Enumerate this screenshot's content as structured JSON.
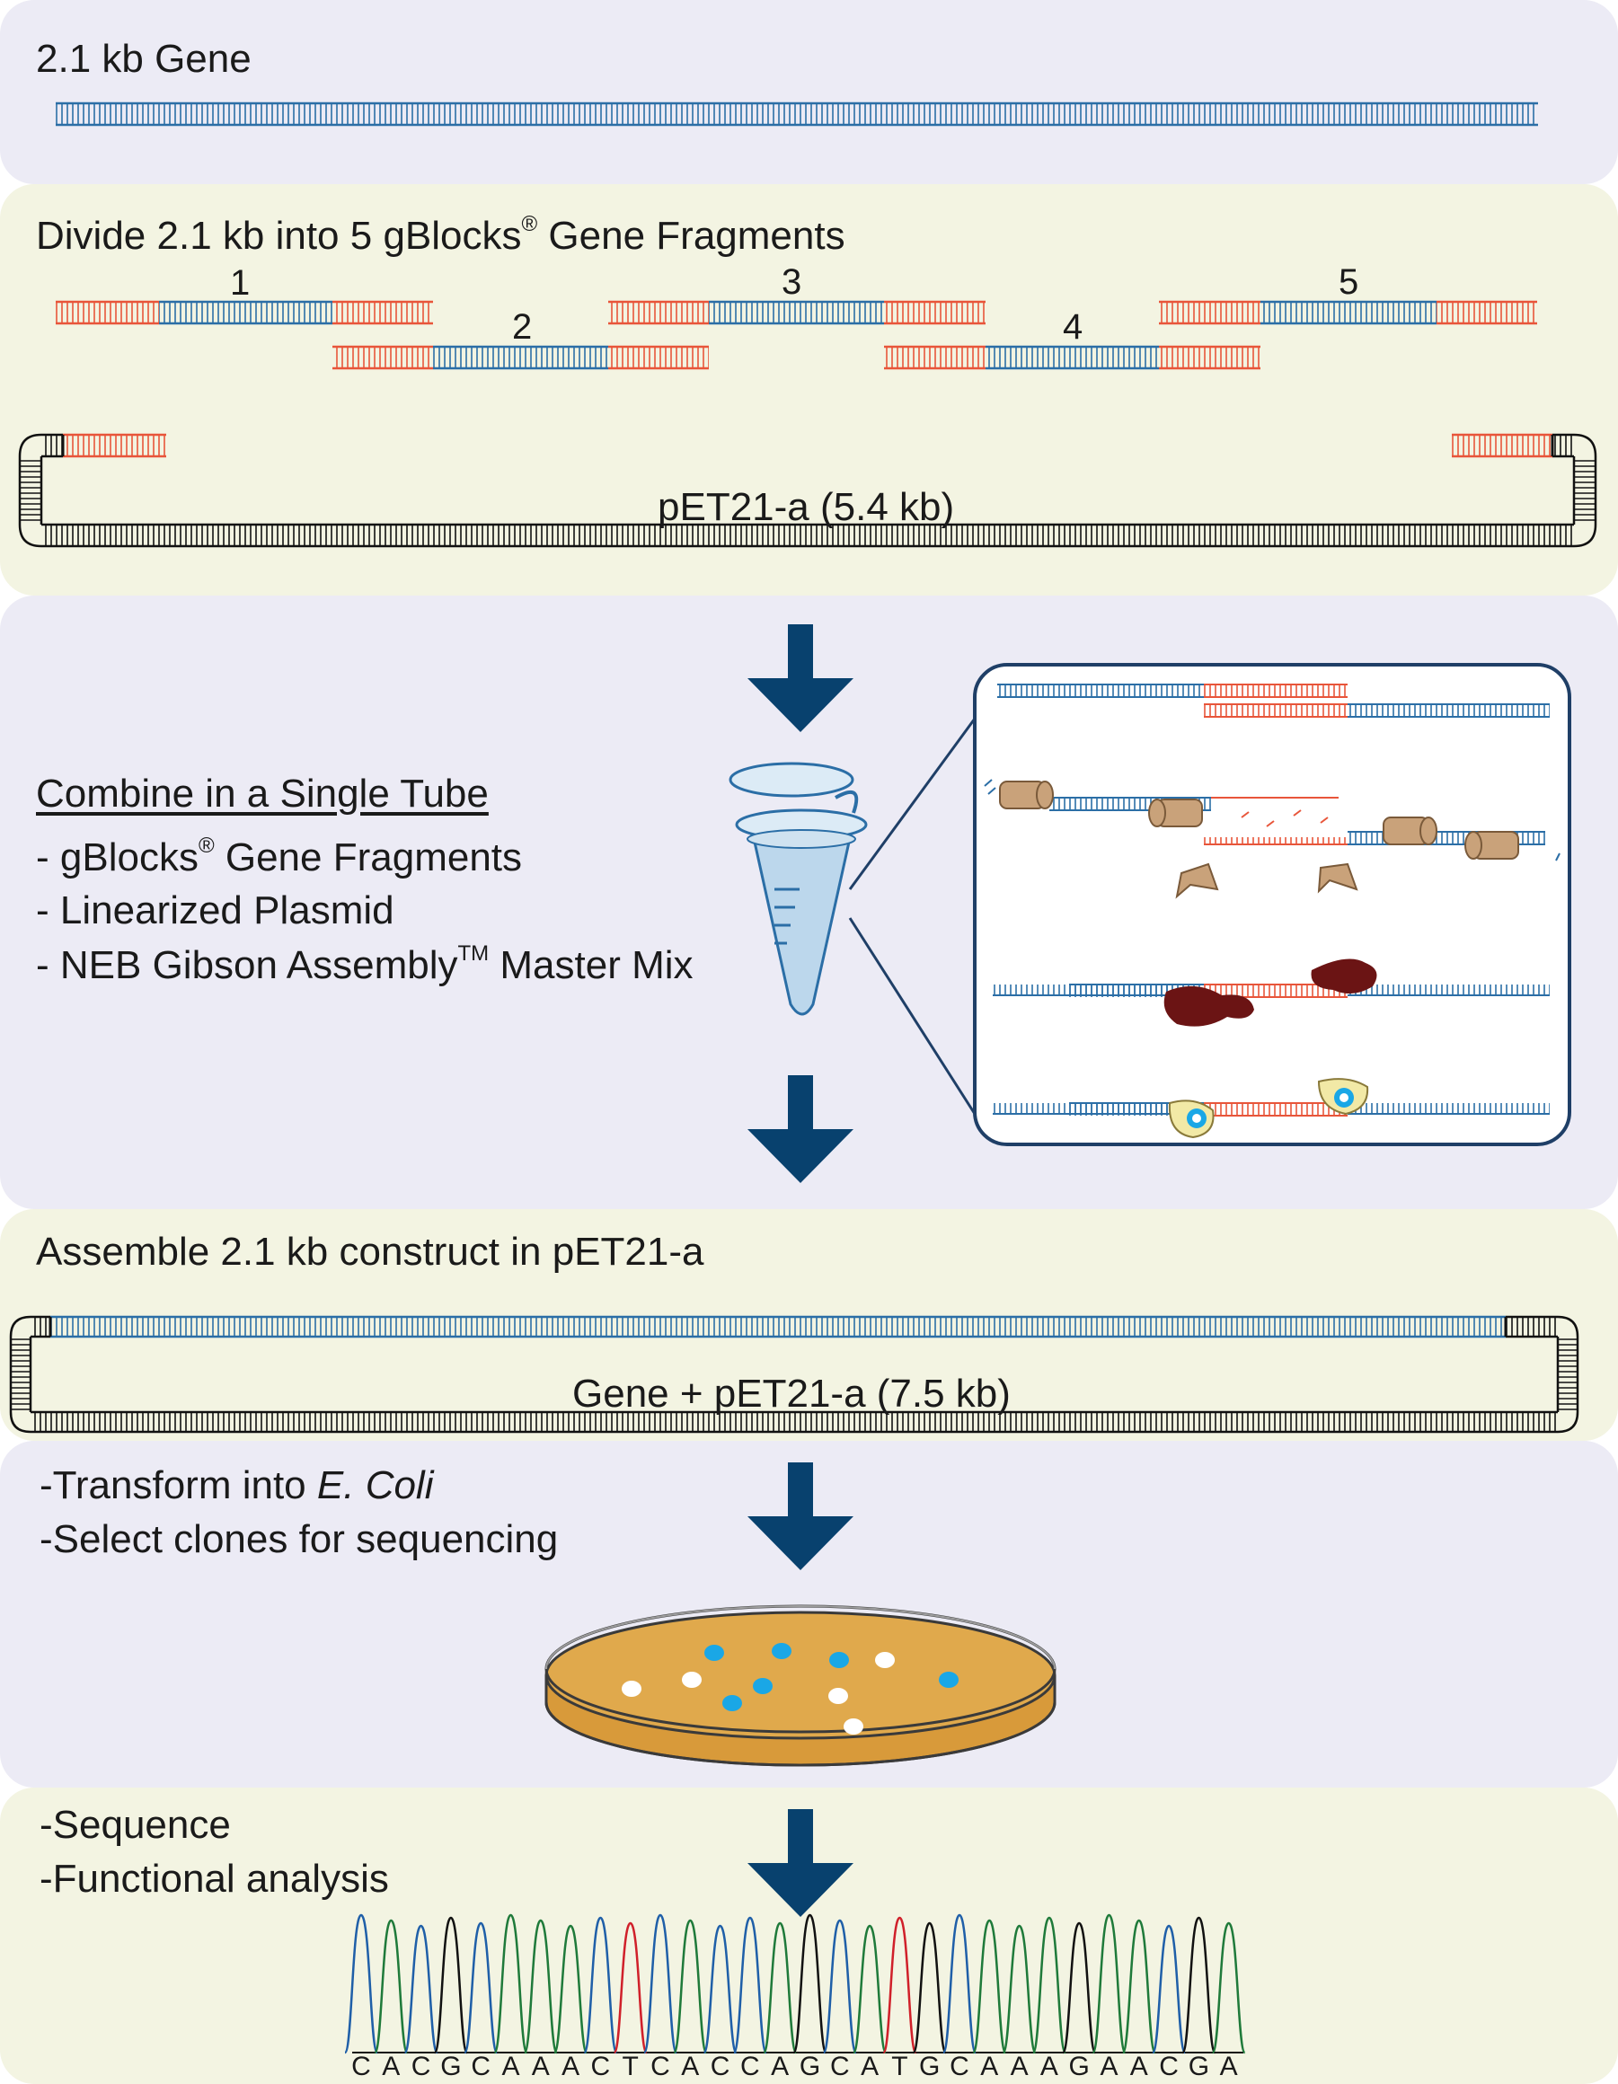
{
  "colors": {
    "dna_blue": "#2b6ea6",
    "dna_red": "#e8553a",
    "arrow": "#08416e",
    "panel_lavender": "#ecebf5",
    "panel_cream": "#f3f4e2",
    "agar": "#d89a3a",
    "colony_blue": "#1aa7e6",
    "protein_dark": "#6b1414",
    "exonuclease": "#c9a27a",
    "ligase": "#f2e9a6"
  },
  "step1": {
    "title": "2.1 kb Gene"
  },
  "step2": {
    "title_pre": "Divide 2.1 kb into 5 gBlocks",
    "title_mark": "®",
    "title_post": " Gene Fragments",
    "fragment_labels": [
      "1",
      "2",
      "3",
      "4",
      "5"
    ],
    "plasmid_label": "pET21-a (5.4 kb)"
  },
  "step3": {
    "heading": "Combine in a Single Tube",
    "item1_pre": "- gBlocks",
    "item1_mark": "®",
    "item1_post": " Gene Fragments",
    "item2": "- Linearized Plasmid",
    "item3_pre": "- NEB Gibson Assembly",
    "item3_mark": "TM",
    "item3_post": " Master Mix"
  },
  "step4": {
    "title": "Assemble 2.1 kb construct in pET21-a",
    "plasmid_label": "Gene + pET21-a (7.5 kb)"
  },
  "step5": {
    "line1_pre": "-Transform into ",
    "line1_italic": "E. Coli",
    "line2": "-Select clones for sequencing",
    "colonies_blue": 6,
    "colonies_white": 5
  },
  "step6": {
    "line1": "-Sequence",
    "line2": "-Functional analysis",
    "sequence": [
      "C",
      "A",
      "C",
      "G",
      "C",
      "A",
      "A",
      "A",
      "C",
      "T",
      "C",
      "A",
      "C",
      "C",
      "A",
      "G",
      "C",
      "A",
      "T",
      "G",
      "C",
      "A",
      "A",
      "A",
      "G",
      "A",
      "A",
      "C",
      "G",
      "A"
    ]
  }
}
